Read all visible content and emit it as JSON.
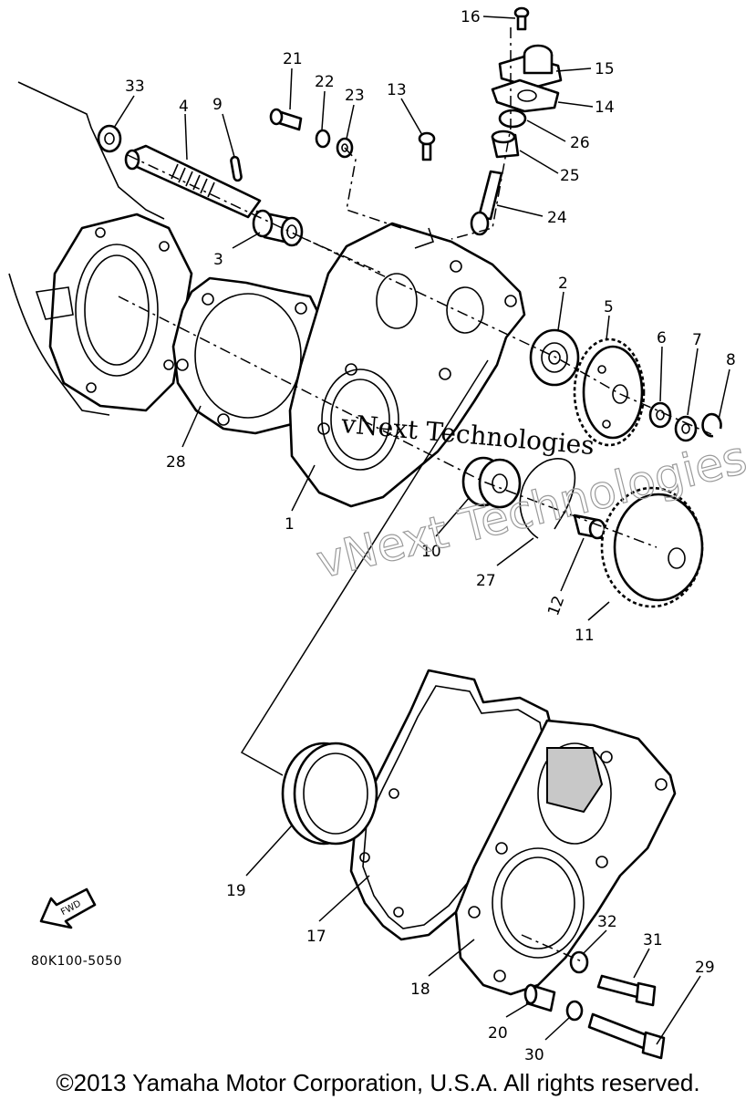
{
  "diagram": {
    "drawing_code": "80K100-5050",
    "front_arrow_text": "FWD",
    "copyright": "©2013 Yamaha Motor Corporation, U.S.A. All rights reserved.",
    "watermark": "vNext Technologies",
    "callouts": [
      "1",
      "2",
      "3",
      "4",
      "5",
      "6",
      "7",
      "8",
      "9",
      "10",
      "11",
      "12",
      "13",
      "14",
      "15",
      "16",
      "17",
      "18",
      "19",
      "20",
      "21",
      "22",
      "23",
      "24",
      "25",
      "26",
      "27",
      "28",
      "29",
      "30",
      "31",
      "32",
      "33"
    ]
  }
}
